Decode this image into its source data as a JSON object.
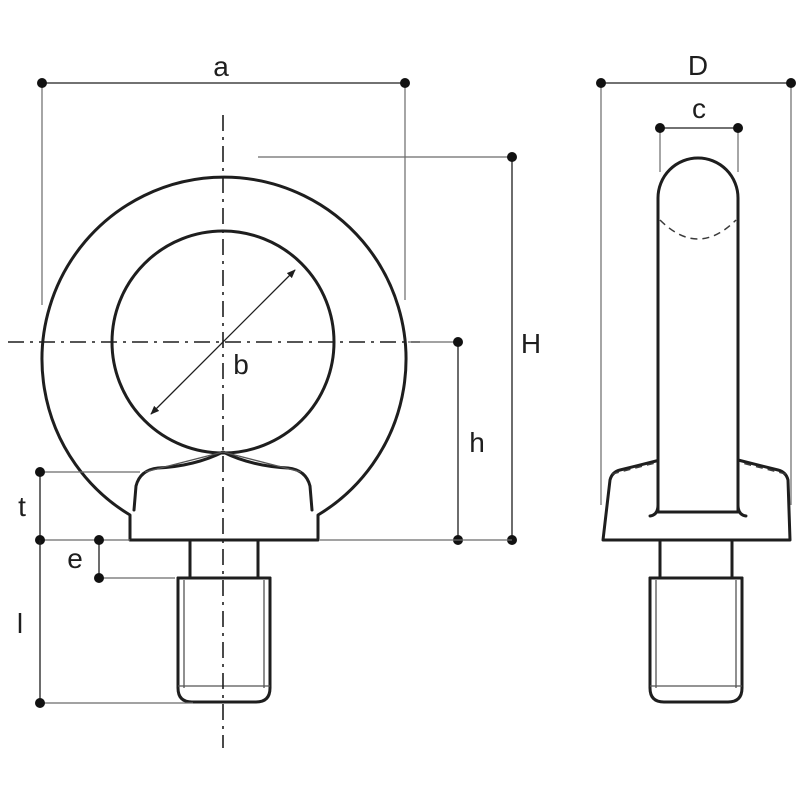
{
  "drawing": {
    "labels": {
      "a": "a",
      "b": "b",
      "D": "D",
      "c": "c",
      "H": "H",
      "h": "h",
      "t": "t",
      "e": "e",
      "l": "l"
    },
    "colors": {
      "line": "#1e1e1e",
      "background": "#ffffff"
    }
  }
}
